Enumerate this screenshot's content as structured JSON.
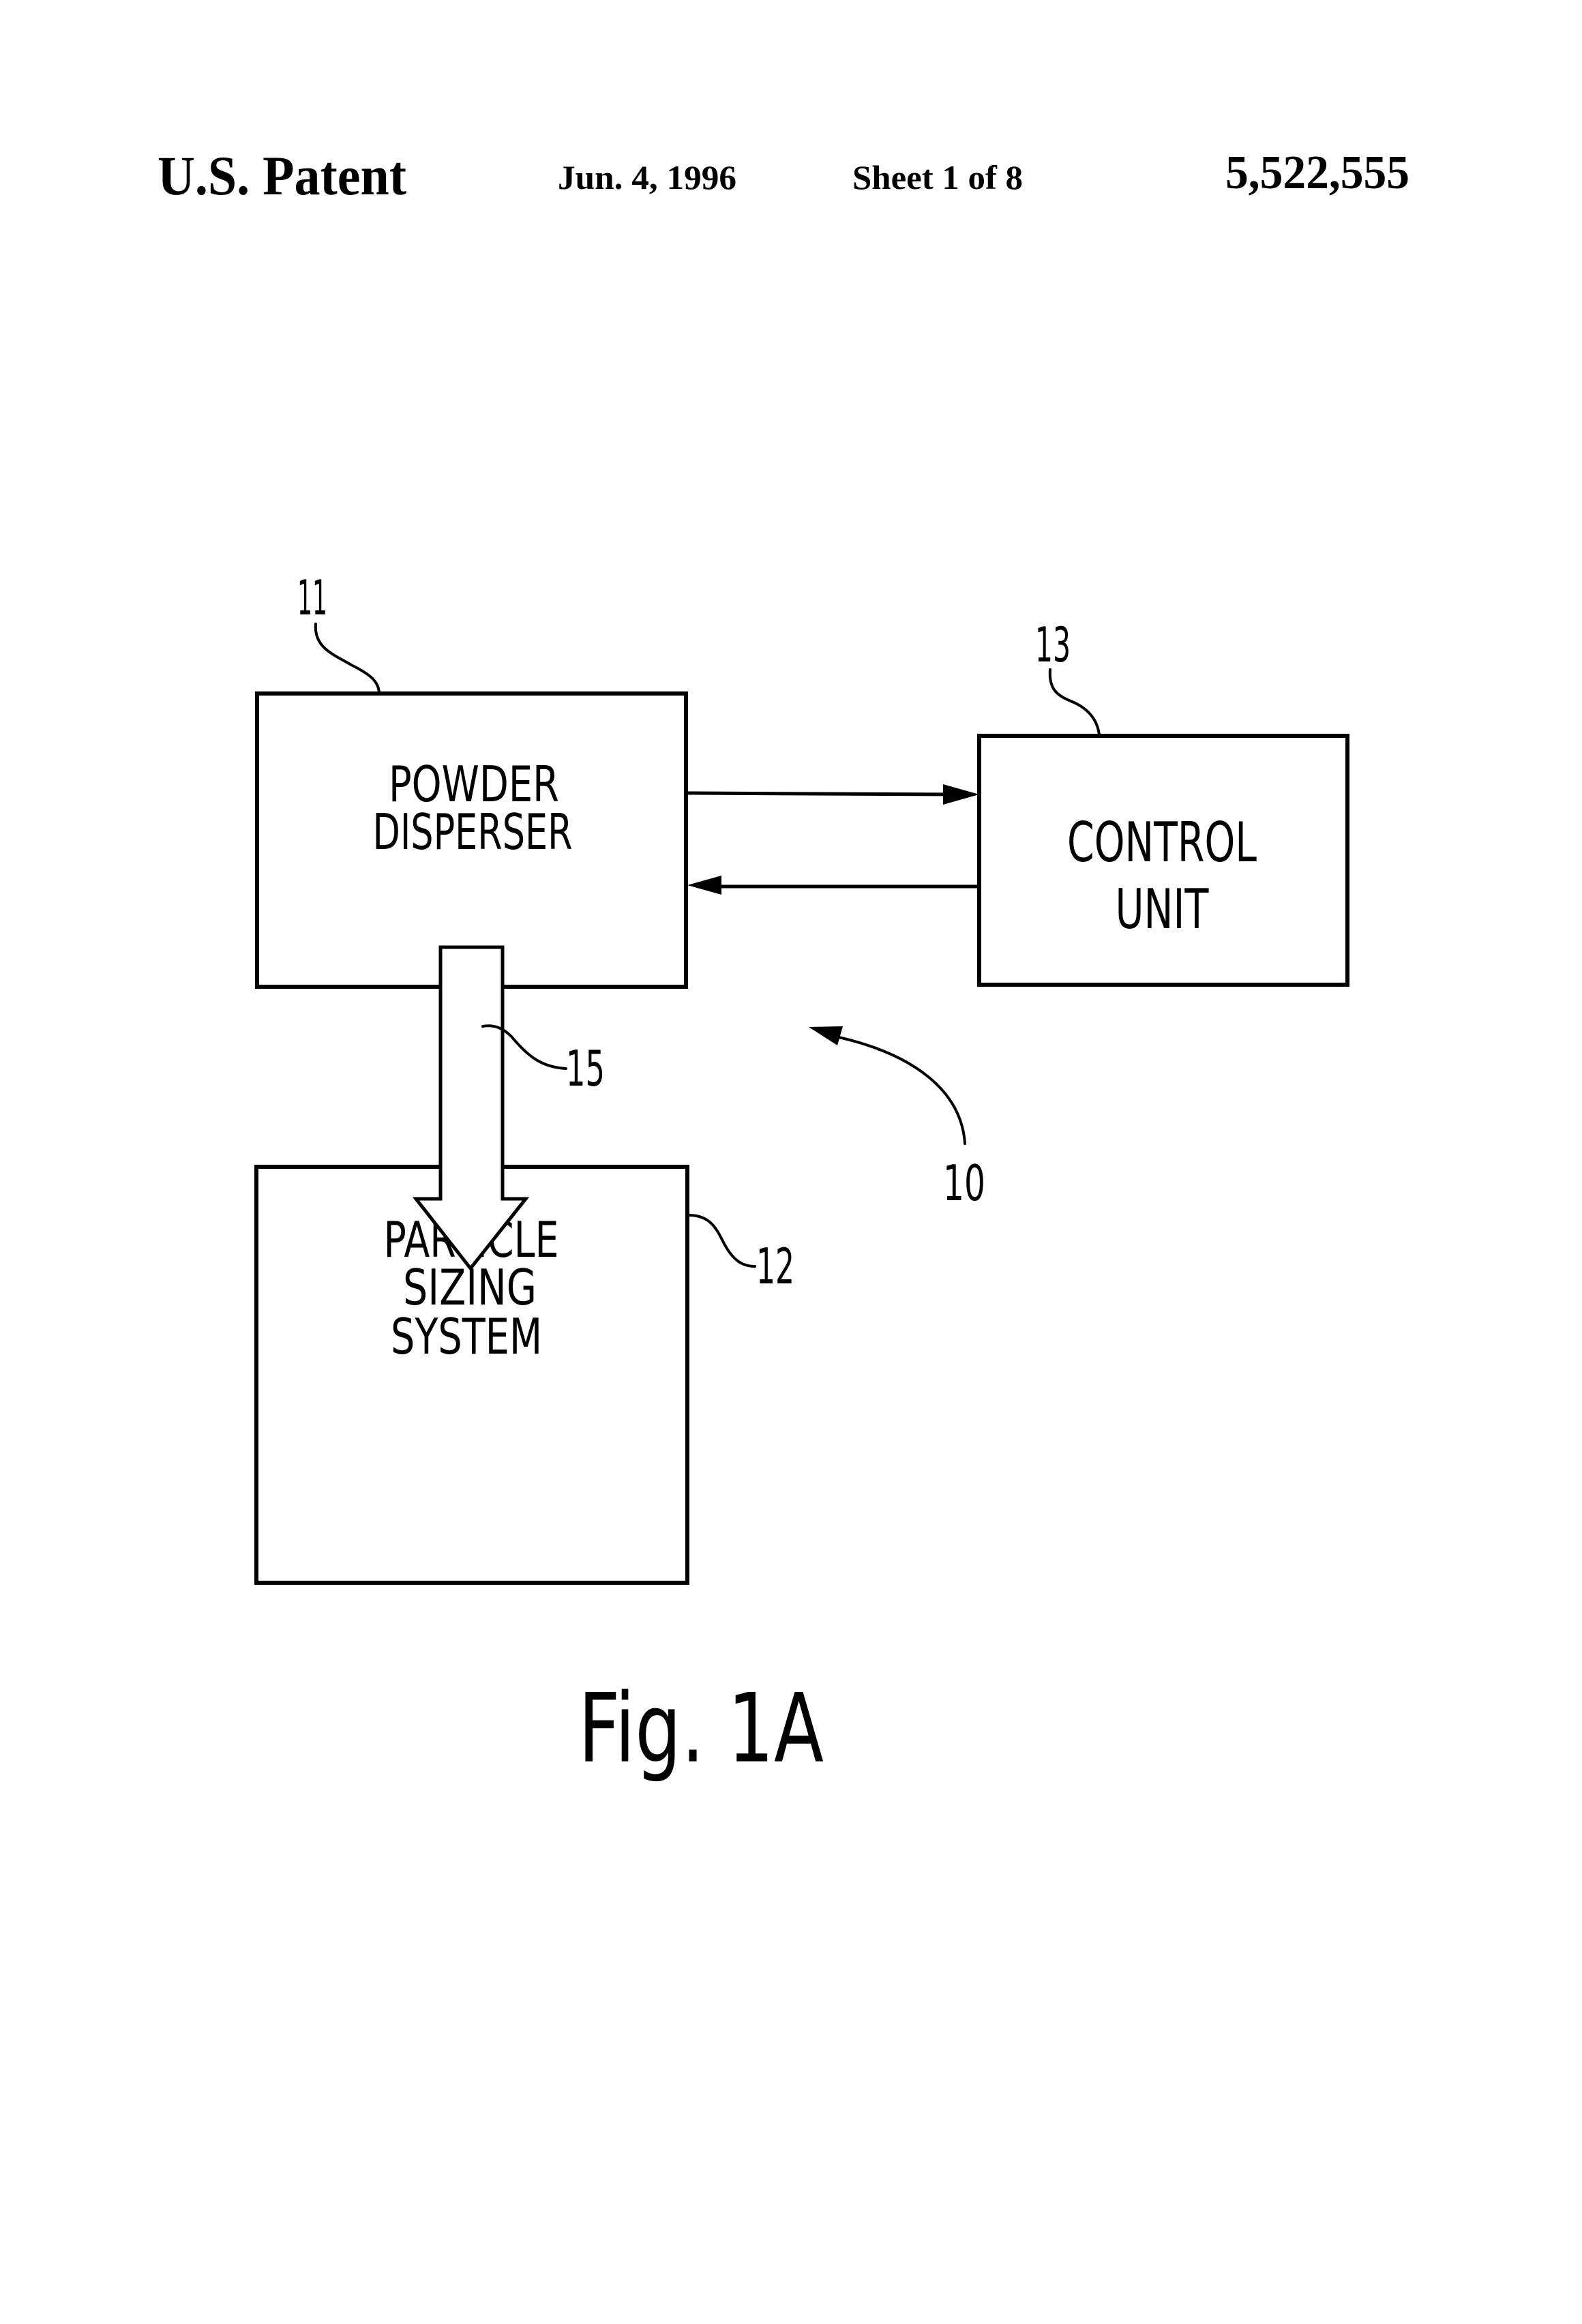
{
  "header": {
    "title": "U.S. Patent",
    "date": "Jun. 4, 1996",
    "sheet": "Sheet 1 of 8",
    "patent_number": "5,522,555"
  },
  "diagram": {
    "blocks": [
      {
        "id": "11",
        "lines": [
          "POWDER",
          "DISPERSER"
        ],
        "ref": "11"
      },
      {
        "id": "13",
        "lines": [
          "CONTROL",
          "UNIT"
        ],
        "ref": "13"
      },
      {
        "id": "12",
        "lines": [
          "PARTICLE",
          "SIZING",
          "SYSTEM"
        ],
        "ref": "12"
      }
    ],
    "connections": [
      {
        "from": "11",
        "to": "13",
        "type": "arrow"
      },
      {
        "from": "13",
        "to": "11",
        "type": "arrow"
      },
      {
        "from": "11",
        "to": "12",
        "type": "block-arrow",
        "ref": "15"
      }
    ],
    "system_ref": "10"
  },
  "figure_label": "Fig. 1A"
}
